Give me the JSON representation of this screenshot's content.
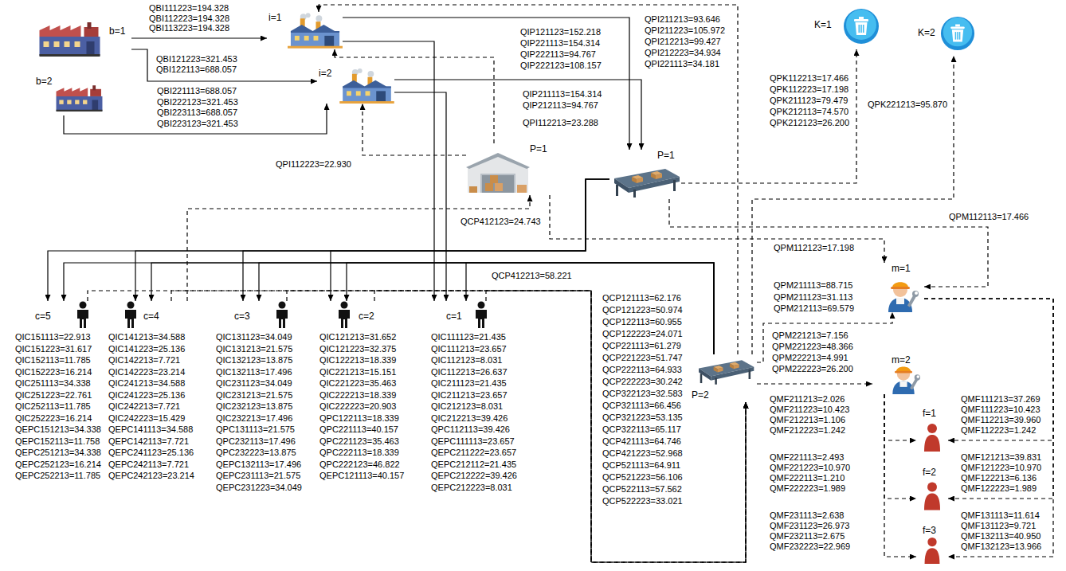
{
  "diagram": {
    "nodes": [
      {
        "text": [
          "b=1"
        ]
      },
      {
        "text": [
          "b=2"
        ]
      },
      {
        "text": [
          "i=1"
        ]
      },
      {
        "text": [
          "i=2"
        ]
      },
      {
        "text": [
          "K=1"
        ]
      },
      {
        "text": [
          "K=2"
        ]
      },
      {
        "text": [
          "P=1"
        ]
      },
      {
        "text": [
          "P=1"
        ]
      },
      {
        "text": [
          "P=2"
        ]
      },
      {
        "text": [
          "m=1"
        ]
      },
      {
        "text": [
          "m=2"
        ]
      },
      {
        "text": [
          "f=1"
        ]
      },
      {
        "text": [
          "f=2"
        ]
      },
      {
        "text": [
          "f=3"
        ]
      },
      {
        "text": [
          "c=5"
        ]
      },
      {
        "text": [
          "c=4"
        ]
      },
      {
        "text": [
          "c=3"
        ]
      },
      {
        "text": [
          "c=2"
        ]
      },
      {
        "text": [
          "c=1"
        ]
      }
    ],
    "edges": [
      {
        "from": 0,
        "to": 2,
        "arrow": "to"
      },
      {
        "from": 0,
        "to": 3,
        "arrow": "to"
      },
      {
        "from": 1,
        "to": 3,
        "arrow": "to"
      },
      {
        "from": 2,
        "to": 7,
        "arrow": "to"
      },
      {
        "from": 3,
        "to": 7,
        "arrow": "to"
      },
      {
        "from": 2,
        "to": 18,
        "arrow": "to"
      },
      {
        "from": 3,
        "to": 18,
        "arrow": "to"
      },
      {
        "from": 7,
        "to": 14,
        "arrow": "to"
      },
      {
        "from": 7,
        "to": 15,
        "arrow": "to"
      },
      {
        "from": 7,
        "to": 16,
        "arrow": "to"
      },
      {
        "from": 7,
        "to": 17,
        "arrow": "to"
      },
      {
        "from": 8,
        "to": 14,
        "arrow": "to"
      },
      {
        "from": 8,
        "to": 15,
        "arrow": "to"
      },
      {
        "from": 8,
        "to": 16,
        "arrow": "to"
      },
      {
        "from": 8,
        "to": 17,
        "arrow": "to"
      },
      {
        "from": 8,
        "to": 18,
        "arrow": "to"
      },
      {
        "from": 14,
        "to": 8,
        "arrow": "to"
      },
      {
        "from": 15,
        "to": 8,
        "arrow": "to"
      },
      {
        "from": 16,
        "to": 8,
        "arrow": "to"
      },
      {
        "from": 17,
        "to": 8,
        "arrow": "to"
      },
      {
        "from": 18,
        "to": 8,
        "arrow": "to"
      },
      {
        "from": 15,
        "to": 6,
        "arrow": "to"
      },
      {
        "from": 6,
        "to": 3,
        "arrow": "to"
      },
      {
        "from": 6,
        "to": 2,
        "arrow": "to"
      },
      {
        "from": 7,
        "to": 4,
        "arrow": "to"
      },
      {
        "from": 8,
        "to": 5,
        "arrow": "to"
      },
      {
        "from": 8,
        "to": 2,
        "arrow": "to"
      },
      {
        "from": 7,
        "to": 9,
        "arrow": "to"
      },
      {
        "from": 6,
        "to": 9,
        "arrow": "to"
      },
      {
        "from": 8,
        "to": 9,
        "arrow": "to"
      },
      {
        "from": 8,
        "to": 10,
        "arrow": "to"
      },
      {
        "from": 9,
        "to": 11,
        "arrow": "to"
      },
      {
        "from": 9,
        "to": 12,
        "arrow": "to"
      },
      {
        "from": 9,
        "to": 13,
        "arrow": "to"
      },
      {
        "from": 10,
        "to": 11,
        "arrow": "to"
      },
      {
        "from": 10,
        "to": 12,
        "arrow": "to"
      },
      {
        "from": 10,
        "to": 13,
        "arrow": "to"
      }
    ],
    "labels": [
      "QBI111223=194.328",
      "QBI112223=194.328",
      "QBI113223=194.328",
      "QBI121223=321.453",
      "QBI122113=688.057",
      "QBI221113=688.057",
      "QBI222123=321.453",
      "QBI223113=688.057",
      "QBI223123=321.453",
      "QIP121123=152.218",
      "QIP221113=154.314",
      "QIP222113=94.767",
      "QIP222123=108.157",
      "QIP211113=154.314",
      "QIP212113=94.767",
      "QPI211213=93.646",
      "QPI211223=105.972",
      "QPI212213=99.427",
      "QPI212223=34.934",
      "QPI221113=34.181",
      "QPI112213=23.288",
      "QPI112223=22.930",
      "QCP412123=24.743",
      "QCP412213=58.221",
      "QPK112213=17.466",
      "QPK112223=17.198",
      "QPK211123=79.479",
      "QPK212113=74.570",
      "QPK212123=26.200",
      "QPK221213=95.870",
      "QPM112113=17.466",
      "QPM112123=17.198",
      "QPM211113=88.715",
      "QPM211123=31.113",
      "QPM212113=69.579",
      "QPM221213=7.156",
      "QPM221223=48.366",
      "QPM222213=4.991",
      "QPM222223=26.200",
      "QCP121113=62.176",
      "QCP121223=50.974",
      "QCP122113=60.955",
      "QCP122223=24.071",
      "QCP221113=61.279",
      "QCP221223=51.747",
      "QCP222113=64.933",
      "QCP222223=30.242",
      "QCP322123=32.583",
      "QCP321113=66.456",
      "QCP321223=53.135",
      "QCP322113=65.117",
      "QCP421113=64.746",
      "QCP421223=52.968",
      "QCP521113=64.911",
      "QCP521223=56.106",
      "QCP522113=57.562",
      "QCP522223=33.021",
      "QMF211213=2.026",
      "QMF211223=10.423",
      "QMF212213=1.106",
      "QMF212223=1.242",
      "QMF221113=2.493",
      "QMF221223=10.970",
      "QMF222113=1.210",
      "QMF222223=1.989",
      "QMF231113=2.638",
      "QMF231123=26.973",
      "QMF232113=2.675",
      "QMF232223=22.969",
      "QMF111213=37.269",
      "QMF111223=10.423",
      "QMF112213=39.960",
      "QMF112223=1.242",
      "QMF121213=39.831",
      "QMF121223=10.970",
      "QMF122213=6.136",
      "QMF122223=1.989",
      "QMF131113=11.614",
      "QMF131123=9.721",
      "QMF132113=40.950",
      "QMF132123=13.966",
      "QIC151113=22.913",
      "QIC151223=31.617",
      "QIC152113=11.785",
      "QIC152223=16.214",
      "QIC251113=34.338",
      "QIC251223=22.761",
      "QIC252113=11.785",
      "QIC252223=16.214",
      "QEPC151213=34.338",
      "QEPC152113=11.758",
      "QEPC251213=34.338",
      "QEPC252123=16.214",
      "QEPC252213=11.785",
      "QIC141213=34.588",
      "QIC141223=25.136",
      "QIC142213=7.721",
      "QIC142223=23.214",
      "QIC241213=34.588",
      "QIC241223=25.136",
      "QIC242213=7.721",
      "QIC242223=15.429",
      "QEPC141113=34.588",
      "QEPC142113=7.721",
      "QEPC241123=25.136",
      "QEPC242113=7.721",
      "QEPC242123=23.214",
      "QIC131123=34.049",
      "QIC131213=21.575",
      "QIC132123=13.875",
      "QIC132113=17.496",
      "QIC231123=34.049",
      "QIC231213=21.575",
      "QIC232123=13.875",
      "QIC232213=17.496",
      "QPC131113=21.575",
      "QPC232113=17.496",
      "QPC232223=13.875",
      "QEPC132113=17.496",
      "QEPC231113=21.575",
      "QEPC231223=34.049",
      "QIC121213=31.652",
      "QIC121223=32.375",
      "QIC122213=18.339",
      "QIC221213=15.151",
      "QIC221223=35.463",
      "QIC222213=18.339",
      "QIC222223=20.903",
      "QPC122113=18.339",
      "QPC221113=40.157",
      "QPC221123=35.463",
      "QPC222113=18.339",
      "QPC222123=46.822",
      "QEPC121113=40.157",
      "QIC111123=21.435",
      "QIC111213=23.657",
      "QIC112123=8.031",
      "QIC112213=26.637",
      "QIC211123=21.435",
      "QIC211213=23.657",
      "QIC212123=8.031",
      "QIC212213=39.426",
      "QPC112113=39.426",
      "QEPC111113=23.657",
      "QEPC211222=23.657",
      "QEPC212112=21.435",
      "QEPC212222=39.426",
      "QEPC212223=8.031"
    ]
  }
}
